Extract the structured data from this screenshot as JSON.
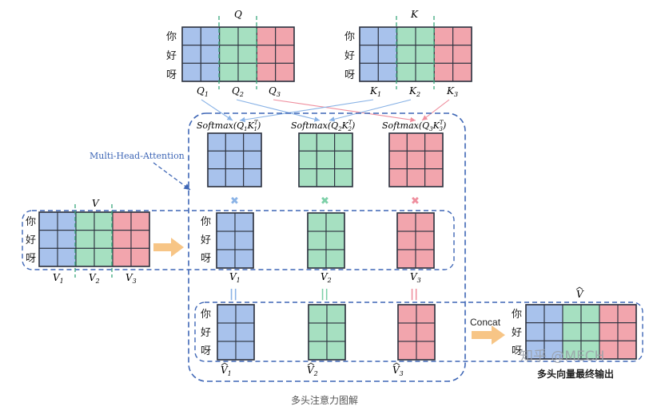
{
  "colors": {
    "blue": "#a8c2ec",
    "green": "#a6e0c1",
    "red": "#f2a5ad",
    "grid_line": "#2e3340",
    "dashed_box": "#3f67b6",
    "arrow_blue": "#8ab3e6",
    "arrow_red": "#ef8f9e",
    "concat_arrow": "#f7c586"
  },
  "tokens": [
    "你",
    "好",
    "呀"
  ],
  "matrices": {
    "q": {
      "title": "Q",
      "sublabels": [
        "Q",
        "Q",
        "Q"
      ],
      "subscripts": [
        "1",
        "2",
        "3"
      ]
    },
    "k": {
      "title": "K",
      "sublabels": [
        "K",
        "K",
        "K"
      ],
      "subscripts": [
        "1",
        "2",
        "3"
      ]
    },
    "v": {
      "title": "V",
      "sublabels": [
        "V",
        "V",
        "V"
      ],
      "subscripts": [
        "1",
        "2",
        "3"
      ]
    }
  },
  "attention": {
    "label": "Multi-Head-Attention",
    "softmax_prefix": "Softmax",
    "softmax_terms": [
      {
        "q": "Q",
        "qsub": "1",
        "k": "K",
        "ksub": "1",
        "sup": "T"
      },
      {
        "q": "Q",
        "qsub": "2",
        "k": "K",
        "ksub": "2",
        "sup": "T"
      },
      {
        "q": "Q",
        "qsub": "3",
        "k": "K",
        "ksub": "3",
        "sup": "T"
      }
    ],
    "multiply_symbol": "✖",
    "equals_symbol": "||",
    "v_labels": [
      {
        "base": "V",
        "sub": "1"
      },
      {
        "base": "V",
        "sub": "2"
      },
      {
        "base": "V",
        "sub": "3"
      }
    ],
    "vhat_labels": [
      {
        "base": "V",
        "sub": "1"
      },
      {
        "base": "V",
        "sub": "2"
      },
      {
        "base": "V",
        "sub": "3"
      }
    ]
  },
  "output": {
    "concat_label": "Concat",
    "title": "V",
    "caption": "多头向量最终输出",
    "watermark": "知乎 @MECH"
  },
  "figure_caption": "多头注意力图解"
}
